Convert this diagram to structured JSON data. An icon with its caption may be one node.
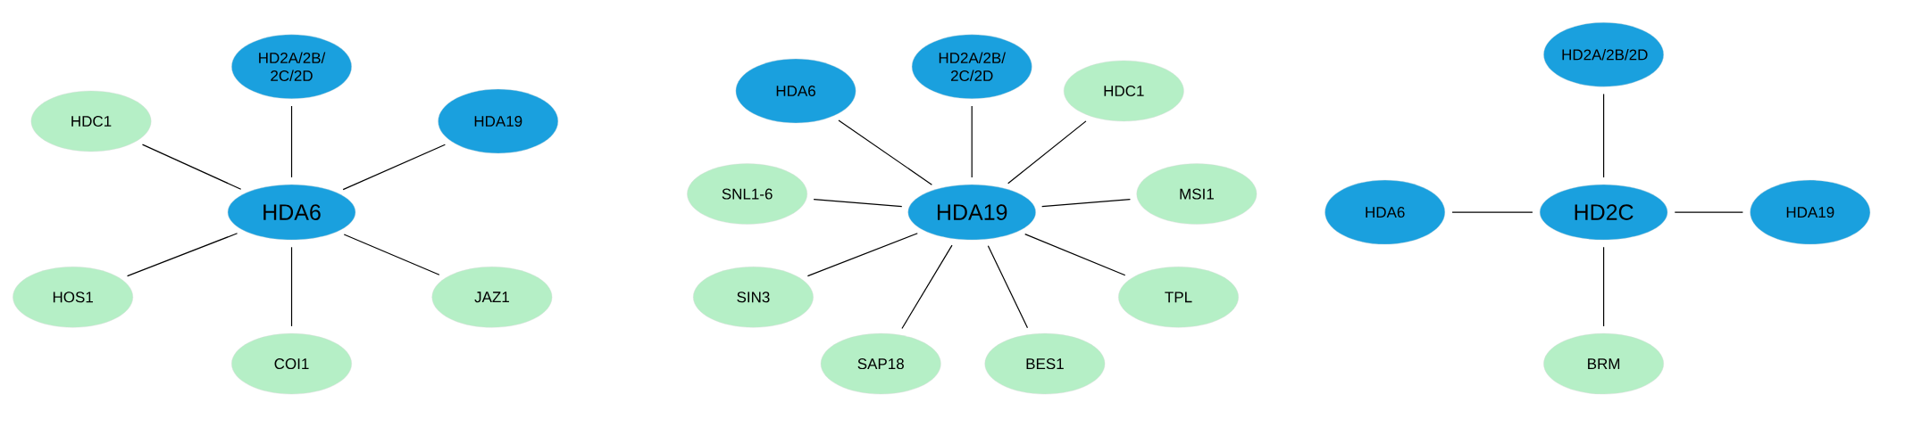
{
  "diagram": {
    "nodes": [
      {
        "text": [
          "HDA6"
        ]
      },
      {
        "text": [
          "HD2A/2B/ 2C/2D"
        ]
      },
      {
        "text": [
          "HDC1"
        ]
      },
      {
        "text": [
          "HDA19"
        ]
      },
      {
        "text": [
          "HOS1"
        ]
      },
      {
        "text": [
          "JAZ1"
        ]
      },
      {
        "text": [
          "COI1"
        ]
      },
      {
        "text": [
          "HDA19"
        ]
      },
      {
        "text": [
          "HD2A/2B/ 2C/2D"
        ]
      },
      {
        "text": [
          "HDA6"
        ]
      },
      {
        "text": [
          "HDC1"
        ]
      },
      {
        "text": [
          "SNL1-6"
        ]
      },
      {
        "text": [
          "MSI1"
        ]
      },
      {
        "text": [
          "SIN3"
        ]
      },
      {
        "text": [
          "TPL"
        ]
      },
      {
        "text": [
          "SAP18"
        ]
      },
      {
        "text": [
          "BES1"
        ]
      },
      {
        "text": [
          "HD2C"
        ]
      },
      {
        "text": [
          "HD2A/2B/2D"
        ]
      },
      {
        "text": [
          "HDA6"
        ]
      },
      {
        "text": [
          "HDA19"
        ]
      },
      {
        "text": [
          "BRM"
        ]
      }
    ],
    "edges": [
      {
        "from": 0,
        "to": 1,
        "arrow": "none"
      },
      {
        "from": 0,
        "to": 2,
        "arrow": "none"
      },
      {
        "from": 0,
        "to": 3,
        "arrow": "none"
      },
      {
        "from": 0,
        "to": 4,
        "arrow": "none"
      },
      {
        "from": 0,
        "to": 5,
        "arrow": "none"
      },
      {
        "from": 0,
        "to": 6,
        "arrow": "none"
      },
      {
        "from": 7,
        "to": 8,
        "arrow": "none"
      },
      {
        "from": 7,
        "to": 9,
        "arrow": "none"
      },
      {
        "from": 7,
        "to": 10,
        "arrow": "none"
      },
      {
        "from": 7,
        "to": 11,
        "arrow": "none"
      },
      {
        "from": 7,
        "to": 12,
        "arrow": "none"
      },
      {
        "from": 7,
        "to": 13,
        "arrow": "none"
      },
      {
        "from": 7,
        "to": 14,
        "arrow": "none"
      },
      {
        "from": 7,
        "to": 15,
        "arrow": "none"
      },
      {
        "from": 7,
        "to": 16,
        "arrow": "none"
      },
      {
        "from": 17,
        "to": 18,
        "arrow": "none"
      },
      {
        "from": 17,
        "to": 19,
        "arrow": "none"
      },
      {
        "from": 17,
        "to": 20,
        "arrow": "none"
      },
      {
        "from": 17,
        "to": 21,
        "arrow": "none"
      }
    ]
  }
}
